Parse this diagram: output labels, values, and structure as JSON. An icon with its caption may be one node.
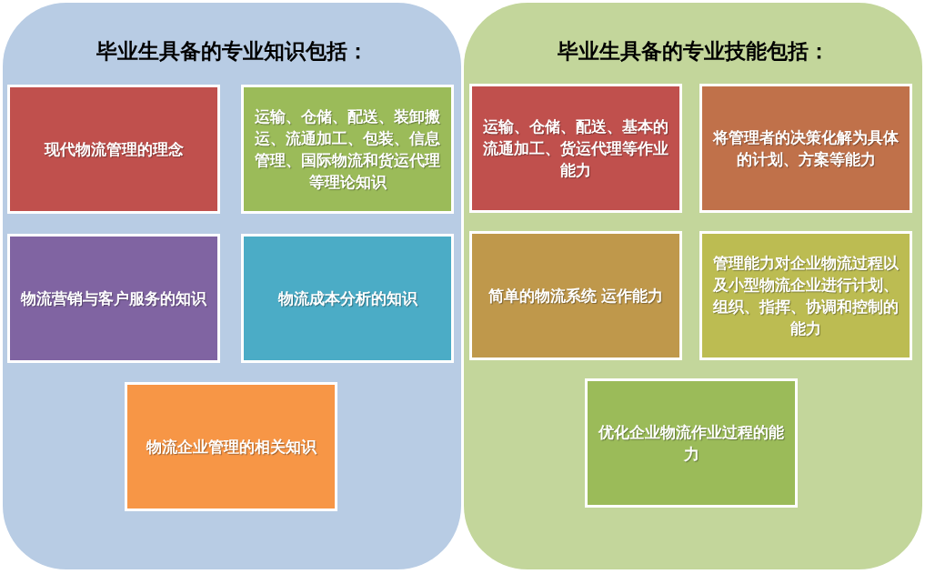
{
  "diagram": {
    "nodes": [
      {
        "text": [
          "毕业生具备的专业知识包括："
        ]
      },
      {
        "text": [
          "现代物流管理的理念"
        ],
        "in": 0
      },
      {
        "text": [
          "运输、仓储、配送、装卸搬运、流通加工、包装、信息管理、国际物流和货运代理等理论知识"
        ],
        "in": 0
      },
      {
        "text": [
          "物流营销与客户服务的知识"
        ],
        "in": 0
      },
      {
        "text": [
          "物流成本分析的知识"
        ],
        "in": 0
      },
      {
        "text": [
          "物流企业管理的相关知识"
        ],
        "in": 0
      },
      {
        "text": [
          "毕业生具备的专业技能包括："
        ]
      },
      {
        "text": [
          "运输、仓储、配送、基本的流通加工、货运代理等作业能力"
        ],
        "in": 6
      },
      {
        "text": [
          "将管理者的决策化解为具体的计划、方案等能力"
        ],
        "in": 6
      },
      {
        "text": [
          "简单的物流系统 运作能力"
        ],
        "in": 6
      },
      {
        "text": [
          "管理能力对企业物流过程以及小型物流企业进行计划、组织、指挥、协调和控制的能力"
        ],
        "in": 6
      },
      {
        "text": [
          "优化企业物流作业过程的能力"
        ],
        "in": 6
      }
    ]
  }
}
